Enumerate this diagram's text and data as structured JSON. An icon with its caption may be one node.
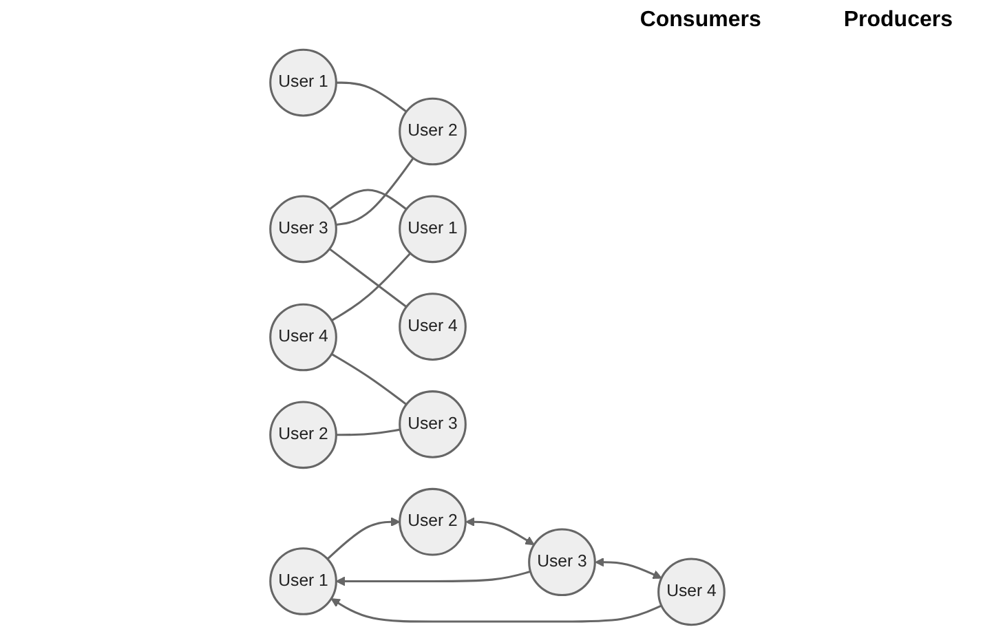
{
  "diagram": {
    "nodes": [
      {
        "text": [
          "User 1"
        ]
      },
      {
        "text": [
          "User 2"
        ]
      },
      {
        "text": [
          "User 3"
        ]
      },
      {
        "text": [
          "User 4"
        ]
      },
      {
        "text": [
          "User 1"
        ]
      },
      {
        "text": [
          "User 2"
        ]
      },
      {
        "text": [
          "User 3"
        ]
      },
      {
        "text": [
          "User 4"
        ]
      },
      {
        "text": [
          "User 1"
        ]
      },
      {
        "text": [
          "User 2"
        ]
      },
      {
        "text": [
          "User 3"
        ]
      },
      {
        "text": [
          "User 4"
        ]
      }
    ],
    "edges": [
      {
        "from": 0,
        "to": 1,
        "arrow": "to"
      },
      {
        "from": 2,
        "to": 0,
        "arrow": "to"
      },
      {
        "from": 1,
        "to": 2,
        "arrow": "both"
      },
      {
        "from": 3,
        "to": 0,
        "arrow": "to"
      },
      {
        "from": 2,
        "to": 3,
        "arrow": "both"
      },
      {
        "from": 4,
        "to": 9,
        "arrow": "none"
      },
      {
        "from": 5,
        "to": 10,
        "arrow": "none"
      },
      {
        "from": 6,
        "to": 8,
        "arrow": "none"
      },
      {
        "from": 6,
        "to": 9,
        "arrow": "none"
      },
      {
        "from": 6,
        "to": 11,
        "arrow": "none"
      },
      {
        "from": 7,
        "to": 8,
        "arrow": "none"
      },
      {
        "from": 7,
        "to": 10,
        "arrow": "none"
      }
    ],
    "labels": [
      "Consumers",
      "Producers"
    ]
  }
}
